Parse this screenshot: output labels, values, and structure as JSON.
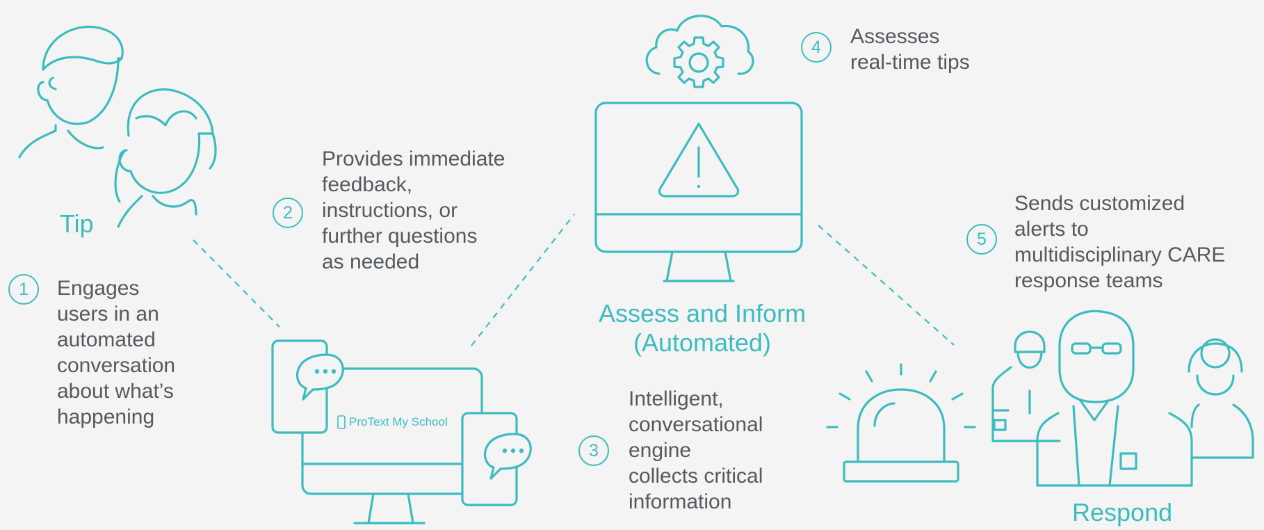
{
  "colors": {
    "accent": "#3dbcbf",
    "text": "#555a5e",
    "background": "#f4f4f4"
  },
  "labels": {
    "tip": "Tip",
    "assess": "Assess and Inform\n(Automated)",
    "respond": "Respond"
  },
  "brand": "ProText My School",
  "steps": [
    {
      "number": "1",
      "text": "Engages\nusers in an\nautomated\nconversation\nabout what’s\nhappening"
    },
    {
      "number": "2",
      "text": "Provides immediate\nfeedback,\ninstructions, or\nfurther questions\nas needed"
    },
    {
      "number": "3",
      "text": "Intelligent,\nconversational\nengine\ncollects critical\ninformation"
    },
    {
      "number": "4",
      "text": "Assesses\nreal-time tips"
    },
    {
      "number": "5",
      "text": "Sends customized\nalerts to\nmultidisciplinary CARE\nresponse teams"
    }
  ],
  "icons": {
    "people": "two-people-icon",
    "cloud": "cloud-gear-icon",
    "monitor": "monitor-warning-icon",
    "devices": "devices-chat-icon",
    "alarm": "alarm-light-icon",
    "team": "response-team-icon"
  }
}
